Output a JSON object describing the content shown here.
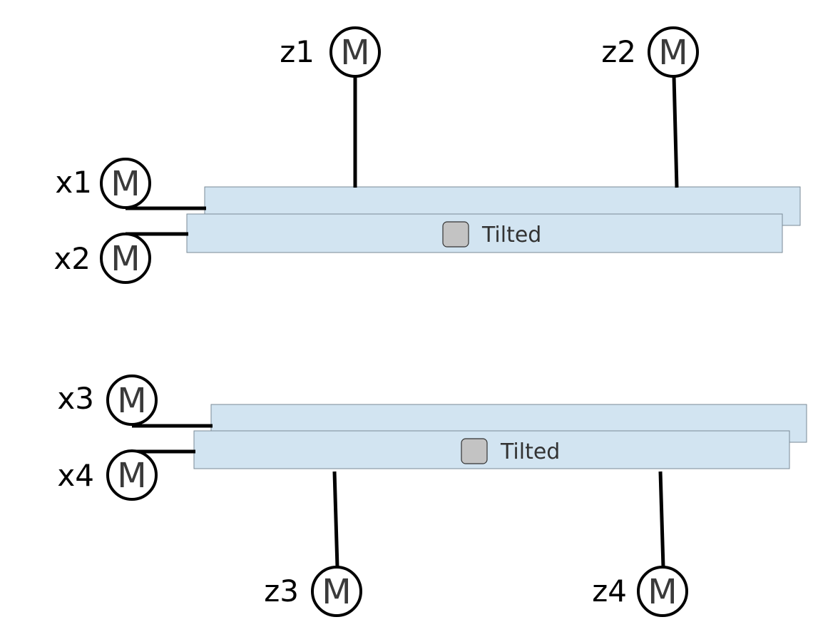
{
  "motor_symbol": "M",
  "groups": [
    {
      "id": "top",
      "tilted_label": "Tilted",
      "tilted_checked": false,
      "motors": {
        "z_left": "z1",
        "z_right": "z2",
        "x_upper": "x1",
        "x_lower": "x2"
      }
    },
    {
      "id": "bottom",
      "tilted_label": "Tilted",
      "tilted_checked": false,
      "motors": {
        "x_upper": "x3",
        "x_lower": "x4",
        "z_left": "z3",
        "z_right": "z4"
      }
    }
  ],
  "colors": {
    "plate_fill": "#d2e4f1",
    "plate_border": "#7a8a96",
    "checkbox_fill": "#c3c3c3",
    "rod": "#000000"
  }
}
